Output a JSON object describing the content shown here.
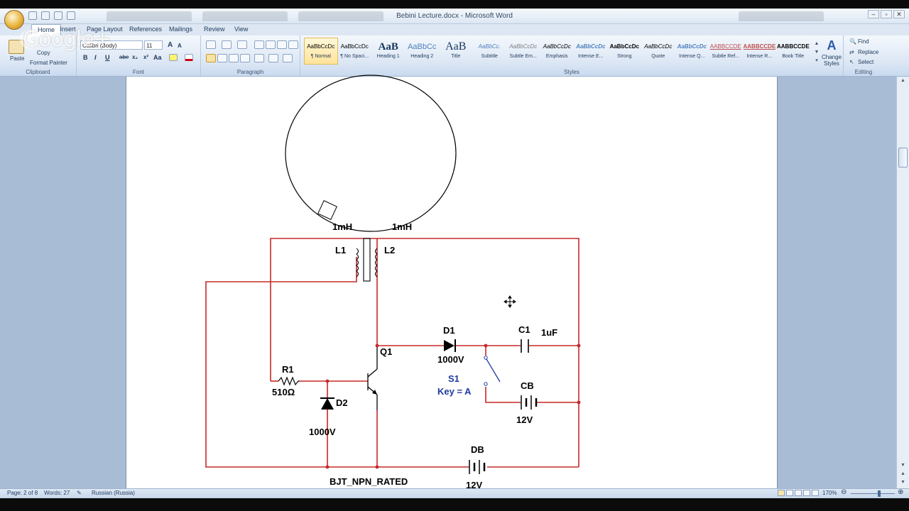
{
  "window": {
    "title": "Bebini Lecture.docx - Microsoft Word"
  },
  "overlay": {
    "brand_text": "Google+"
  },
  "ribbon": {
    "tabs": [
      "Home",
      "Insert",
      "Page Layout",
      "References",
      "Mailings",
      "Review",
      "View"
    ],
    "clipboard": {
      "paste_label": "Paste",
      "copy_label": "Copy",
      "format_painter_label": "Format Painter",
      "group_label": "Clipboard"
    },
    "font": {
      "font_name": "Calibri (Body)",
      "font_size": "11",
      "group_label": "Font",
      "bold": "B",
      "italic": "I",
      "underline": "U",
      "strike": "abe",
      "subscript": "x₂",
      "superscript": "x²",
      "change_case": "Aa",
      "grow": "A",
      "shrink": "A"
    },
    "paragraph": {
      "group_label": "Paragraph"
    },
    "styles": {
      "group_label": "Styles",
      "items": [
        {
          "sample": "AaBbCcDc",
          "name": "¶ Normal"
        },
        {
          "sample": "AaBbCcDc",
          "name": "¶ No Spaci..."
        },
        {
          "sample": "AaB",
          "name": "Heading 1"
        },
        {
          "sample": "AaBbCc",
          "name": "Heading 2"
        },
        {
          "sample": "AaB",
          "name": "Title"
        },
        {
          "sample": "AaBbCc.",
          "name": "Subtitle"
        },
        {
          "sample": "AaBbCcDc",
          "name": "Subtle Em..."
        },
        {
          "sample": "AaBbCcDc",
          "name": "Emphasis"
        },
        {
          "sample": "AaBbCcDc",
          "name": "Intense E..."
        },
        {
          "sample": "AaBbCcDc",
          "name": "Strong"
        },
        {
          "sample": "AaBbCcDc",
          "name": "Quote"
        },
        {
          "sample": "AaBbCcDc",
          "name": "Intense Q..."
        },
        {
          "sample": "AABBCCDE",
          "name": "Subtle Ref..."
        },
        {
          "sample": "AABBCCDE",
          "name": "Intense R..."
        },
        {
          "sample": "AABBCCDE",
          "name": "Book Title"
        }
      ],
      "change_styles_label": "Change Styles"
    },
    "editing": {
      "group_label": "Editing",
      "find": "Find",
      "replace": "Replace",
      "select": "Select"
    }
  },
  "circuit": {
    "labels": {
      "l1_value": "1mH",
      "l2_value": "1mH",
      "l1": "L1",
      "l2": "L2",
      "q1": "Q1",
      "d1": "D1",
      "d1_value": "1000V",
      "c1": "C1",
      "c1_value": "1uF",
      "s1": "S1",
      "s1_key": "Key = A",
      "r1": "R1",
      "r1_value": "510Ω",
      "d2": "D2",
      "d2_value": "1000V",
      "cb": "CB",
      "cb_value": "12V",
      "db": "DB",
      "db_value": "12V",
      "q1_model": "BJT_NPN_RATED"
    },
    "colors": {
      "wire": "#c62828",
      "component": "#000000",
      "switch": "#1e3a9e"
    }
  },
  "statusbar": {
    "page": "Page: 2 of 8",
    "words": "Words: 27",
    "language": "Russian (Russia)",
    "zoom": "170%"
  }
}
